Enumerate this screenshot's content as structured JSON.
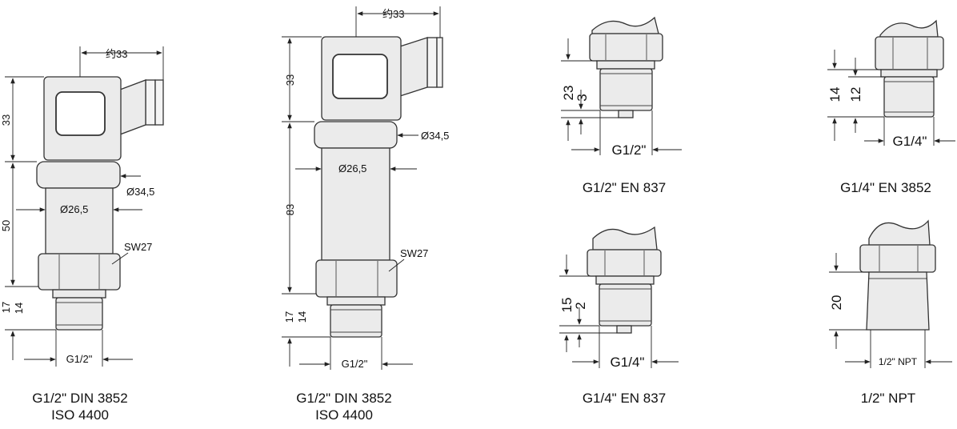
{
  "colors": {
    "line": "#333333",
    "part_fill": "#ebebeb",
    "text": "#111111"
  },
  "variants": [
    {
      "caption_line1": "G1/2\" DIN 3852",
      "caption_line2": "ISO 4400",
      "dims": {
        "plug_width": "约33",
        "plug_height": "33",
        "nut_dia": "Ø34,5",
        "body_dia": "Ø26,5",
        "body_length": "50",
        "hex": "SW27",
        "thread_total": "17",
        "thread_len": "14",
        "thread": "G1/2\""
      }
    },
    {
      "caption_line1": "G1/2\" DIN 3852",
      "caption_line2": "ISO 4400",
      "dims": {
        "plug_width": "约33",
        "plug_height": "33",
        "nut_dia": "Ø34,5",
        "body_dia": "Ø26,5",
        "body_length": "83",
        "hex": "SW27",
        "thread_total": "17",
        "thread_len": "14",
        "thread": "G1/2\""
      }
    },
    {
      "caption_line1": "G1/2\" EN 837",
      "dims": {
        "total": "23",
        "tip": "3",
        "thread": "G1/2\""
      }
    },
    {
      "caption_line1": "G1/4\" EN 3852",
      "dims": {
        "total": "14",
        "thread_len": "12",
        "thread": "G1/4\""
      }
    },
    {
      "caption_line1": "G1/4\" EN 837",
      "dims": {
        "total": "15",
        "tip": "2",
        "thread": "G1/4\""
      }
    },
    {
      "caption_line1": "1/2\" NPT",
      "dims": {
        "thread_len": "20",
        "thread": "1/2\" NPT"
      }
    }
  ]
}
